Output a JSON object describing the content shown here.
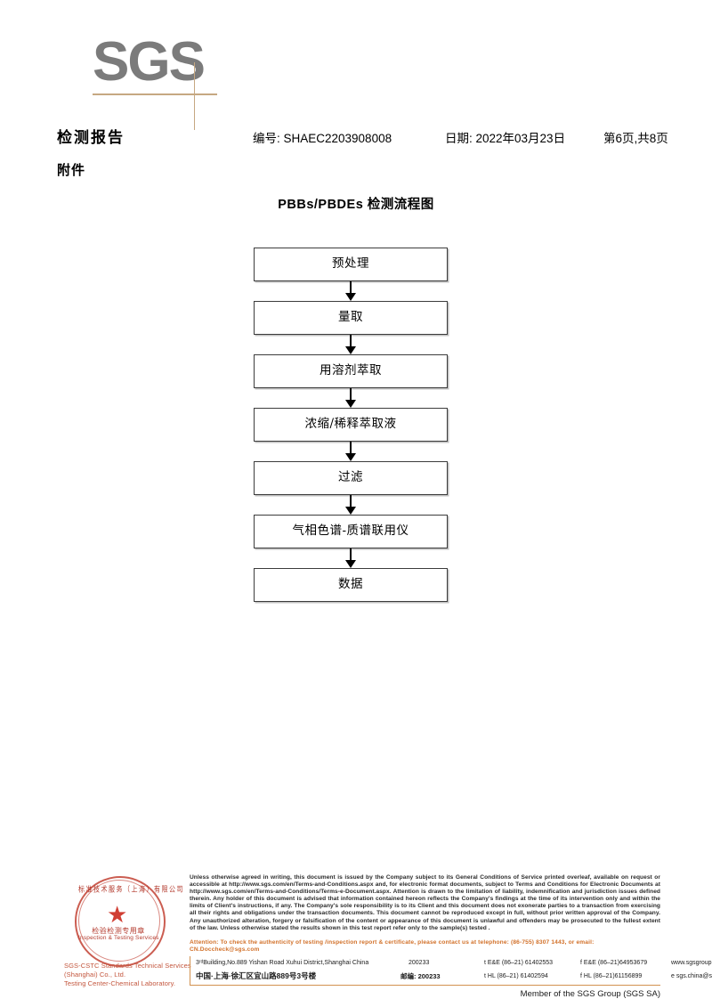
{
  "brand": {
    "logo_text": "SGS",
    "logo_color": "#7b7b7b",
    "rule_color": "#c6a882"
  },
  "header": {
    "title": "检测报告",
    "report_no": "编号: SHAEC2203908008",
    "date": "日期: 2022年03月23日",
    "page": "第6页,共8页",
    "subtitle": "附件"
  },
  "flowchart": {
    "title": "PBBs/PBDEs 检测流程图",
    "type": "flow",
    "nodes": [
      {
        "label": "预处理"
      },
      {
        "label": "量取"
      },
      {
        "label": "用溶剂萃取"
      },
      {
        "label": "浓缩/稀释萃取液"
      },
      {
        "label": "过滤"
      },
      {
        "label": "气相色谱-质谱联用仪"
      },
      {
        "label": "数据"
      }
    ]
  },
  "seal": {
    "arc_text": "标准技术服务（上海）有限公司",
    "cn_text": "检验检测专用章",
    "en_text": "Inspection & Testing Services",
    "star": "★",
    "color": "#c0392b",
    "company_line1": "SGS-CSTC Standards Technical Services (Shanghai) Co., Ltd.",
    "company_line2": "Testing Center-Chemical Laboratory."
  },
  "footer": {
    "legal": "Unless otherwise agreed in writing, this document is issued by the Company subject to its General Conditions of Service printed overleaf, available on request or accessible at http://www.sgs.com/en/Terms-and-Conditions.aspx and, for electronic format documents, subject to Terms and Conditions for Electronic Documents at http://www.sgs.com/en/Terms-and-Conditions/Terms-e-Document.aspx. Attention is drawn to the limitation of liability, indemnification and jurisdiction issues defined therein. Any holder of this document is advised that information contained hereon reflects the Company's findings at the time of its intervention only and within the limits of Client's instructions, if any. The Company's sole responsibility is to its Client and this document does not exonerate parties to a transaction from exercising all their rights and obligations under the transaction documents. This document cannot be reproduced except in full, without prior written approval of the Company. Any unauthorized alteration, forgery or falsification of the content or appearance of this document is unlawful and offenders may be prosecuted to the fullest extent of the law. Unless otherwise stated the results shown in this test report refer only to the sample(s) tested .",
    "attention": "Attention: To check the authenticity of testing /inspection report & certificate, please contact us at telephone: (86-755) 8307 1443, or email: CN.Doccheck@sgs.com",
    "address_en": "3ʳᵈBuilding,No.889 Yishan Road Xuhui District,Shanghai China",
    "zip_en": "200233",
    "tel_en": "t E&E (86–21) 61402553",
    "fax_en": "f E&E (86–21)64953679",
    "web_en": "www.sgsgroup.com.cn",
    "address_cn": "中国·上海·徐汇区宜山路889号3号楼",
    "zip_cn": "邮编: 200233",
    "tel_cn": "t HL (86–21) 61402594",
    "fax_cn": "f HL (86–21)61156899",
    "email_cn": "e  sgs.china@sgs.com",
    "member": "Member of the SGS Group (SGS SA)",
    "accent_color": "#d2914f",
    "attention_color": "#d2712a"
  }
}
